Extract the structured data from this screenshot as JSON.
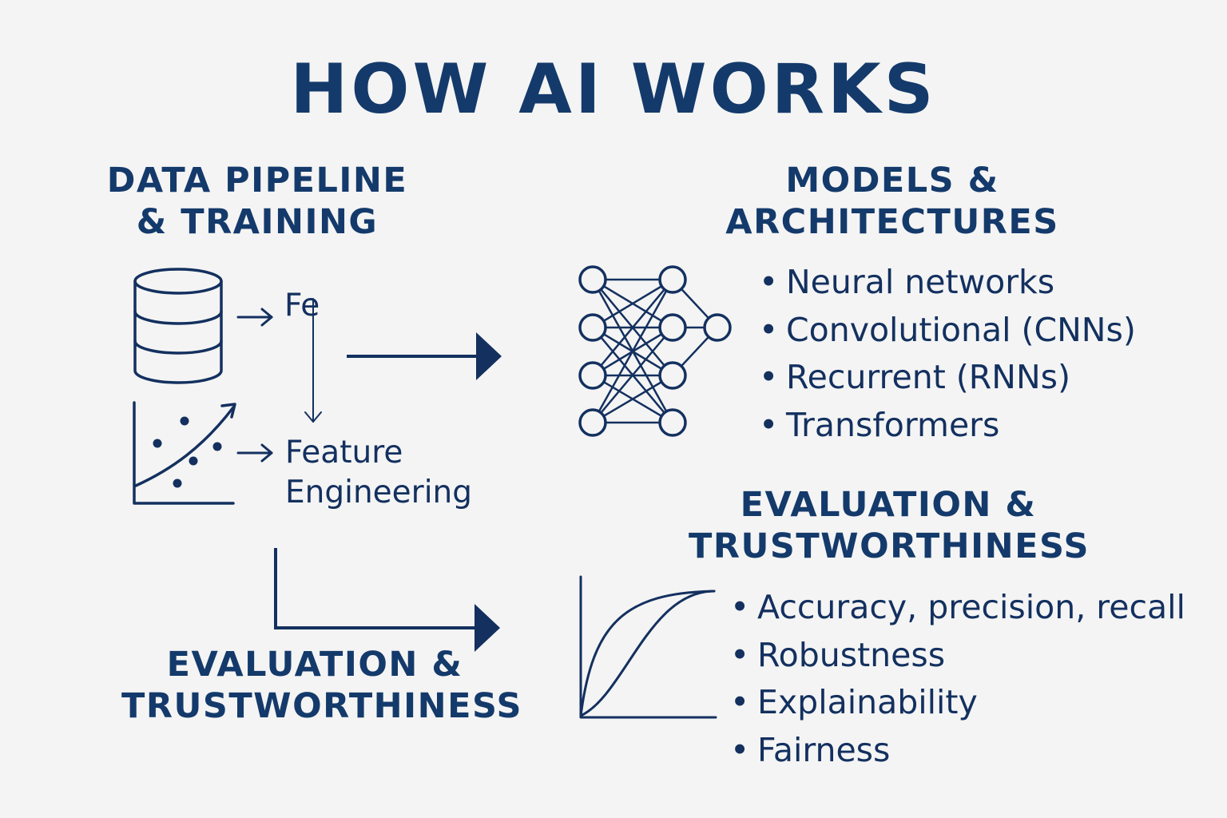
{
  "title": "HOW AI WORKS",
  "data_pipeline": {
    "heading_line1": "DATA PIPELINE",
    "heading_line2": "& TRAINING",
    "truncated_label": "Fe",
    "feature_label_line1": "Feature",
    "feature_label_line2": "Engineering",
    "database_icon": "database-icon",
    "scatter_icon": "scatter-trend-icon"
  },
  "models": {
    "heading_line1": "MODELS &",
    "heading_line2": "ARCHITECTURES",
    "icon": "neural-network-icon",
    "bullets": [
      "Neural networks",
      "Convolutional (CNNs)",
      "Recurrent (RNNs)",
      "Transformers"
    ]
  },
  "evaluation_right": {
    "heading_line1": "EVALUATION &",
    "heading_line2": "TRUSTWORTHINESS",
    "icon": "roc-curve-icon",
    "bullets": [
      "Accuracy, precision, recall",
      "Robustness",
      "Explainability",
      "Fairness"
    ]
  },
  "evaluation_left": {
    "heading_line1": "EVALUATION &",
    "heading_line2": "TRUSTWORTHINESS"
  },
  "colors": {
    "background": "#f4f4f4",
    "ink": "#13305f",
    "heading": "#143a6b"
  }
}
